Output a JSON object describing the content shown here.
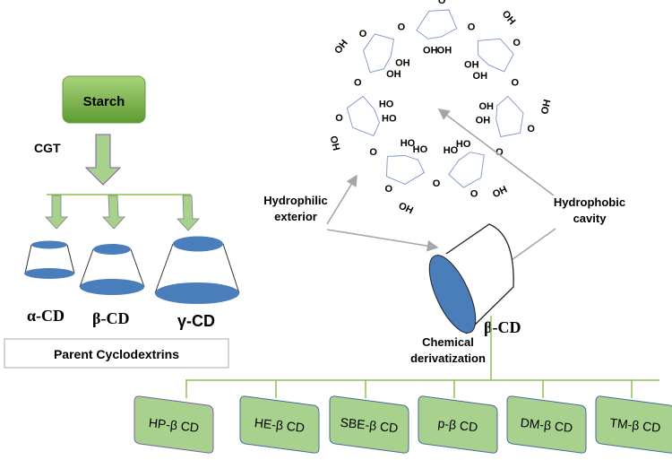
{
  "title": "Cyclodextrin formation and derivatives",
  "starch": "Starch",
  "enzyme": "CGT",
  "parents": {
    "labels": [
      "α-CD",
      "β-CD",
      "γ-CD"
    ],
    "caption": "Parent Cyclodextrins"
  },
  "structure": {
    "hydrophilic": [
      "Hydrophilic",
      "exterior"
    ],
    "hydrophobic": [
      "Hydrophobic",
      "cavity"
    ],
    "beta_label": "β-CD",
    "molecule_labels": {
      "hydroxyl": "OH",
      "hydroxyl_alt": "HO",
      "oxygen": "O"
    }
  },
  "derivatization": {
    "label": [
      "Chemical",
      "derivatization"
    ],
    "derivatives": [
      "HP-β CD",
      "HE-β CD",
      "SBE-β CD",
      "p-β CD",
      "DM-β CD",
      "TM-β CD"
    ]
  },
  "colors": {
    "green": "#8dc26e",
    "green_light": "#c5e0a5",
    "blue": "#4a7ebb",
    "line_green": "#8cc152",
    "gray": "#a6a6a6"
  }
}
